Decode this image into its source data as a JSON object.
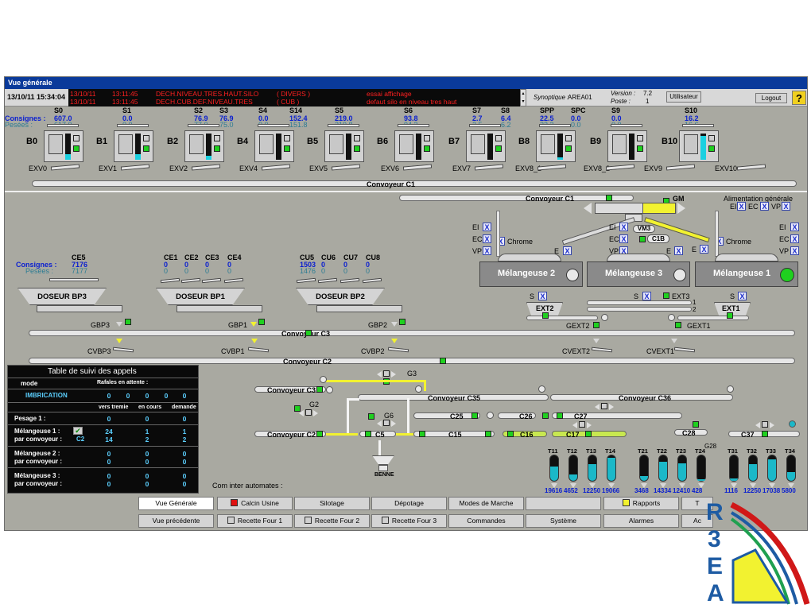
{
  "window": {
    "title": "Vue générale"
  },
  "infobar": {
    "date": "13/10/11",
    "time": "15:34:04",
    "alarms": [
      {
        "date": "13/10/11",
        "time": "13:11:45",
        "message": "DECH.NIVEAU.TRES.HAUT.SILO",
        "category": "( DIVERS )",
        "note": "essai affichage"
      },
      {
        "date": "13/10/11",
        "time": "13:11:45",
        "message": "DECH.CUB.DEF.NIVEAU.TRES",
        "category": "( CUB )",
        "note": "defaut silo en niveau tres haut"
      }
    ],
    "synoptique_label": "Synoptique :",
    "synoptique_value": "AREA01",
    "version_label": "Version :",
    "version_value": "7.2",
    "poste_label": "Poste :",
    "poste_value": "1",
    "utilisateur": "Utilisateur",
    "logout": "Logout",
    "help": "?"
  },
  "silos_top": {
    "consignes_label": "Consignes :",
    "pesees_label": "Pesées :",
    "columns": [
      {
        "name": "S0",
        "consigne": "607.0",
        "pesee": "617.0"
      },
      {
        "name": "S1",
        "consigne": "0.0",
        "pesee": "0.0"
      },
      {
        "name": "S2",
        "consigne": "76.9",
        "pesee": "77.0"
      },
      {
        "name": "S3",
        "consigne": "76.9",
        "pesee": "75.0"
      },
      {
        "name": "S4",
        "consigne": "0.0",
        "pesee": "0.0"
      },
      {
        "name": "S14",
        "consigne": "152.4",
        "pesee": "151.8"
      },
      {
        "name": "S5",
        "consigne": "219.0",
        "pesee": "219.8"
      },
      {
        "name": "S6",
        "consigne": "93.8",
        "pesee": "94.3"
      },
      {
        "name": "S7",
        "consigne": "2.7",
        "pesee": "2.5"
      },
      {
        "name": "S8",
        "consigne": "6.4",
        "pesee": "6.2"
      },
      {
        "name": "SPP",
        "consigne": "22.5",
        "pesee": "22.3"
      },
      {
        "name": "SPC",
        "consigne": "0.0",
        "pesee": "0.0"
      },
      {
        "name": "S9",
        "consigne": "0.0",
        "pesee": "0.0"
      },
      {
        "name": "S10",
        "consigne": "16.2",
        "pesee": "16.6"
      }
    ],
    "bins": [
      "B0",
      "B1",
      "B2",
      "B4",
      "B5",
      "B6",
      "B7",
      "B8",
      "B9",
      "B10"
    ],
    "extracteurs": [
      "EXV0",
      "EXV1",
      "EXV2",
      "EXV4",
      "EXV5",
      "EXV6",
      "EXV7",
      "EXV8_1",
      "EXV8_2",
      "EXV9",
      "EXV10"
    ],
    "convoyeur_c1": "Convoyeur C1"
  },
  "mid": {
    "convoyeur_c1": "Convoyeur C1",
    "gm": "GM",
    "alimentation": "Alimentation générale",
    "ei": "EI",
    "ec": "EC",
    "vp": "VP",
    "e": "E",
    "s": "S",
    "x": "X",
    "chrome": "Chrome",
    "vm3": "VM3",
    "c1b": "C1B",
    "melangeuse2": "Mélangeuse 2",
    "melangeuse3": "Mélangeuse 3",
    "melangeuse1": "Mélangeuse 1",
    "ext1": "EXT1",
    "ext2": "EXT2",
    "ext3": "EXT3",
    "gext1": "GEXT1",
    "gext2": "GEXT2",
    "one": "1",
    "two": "2",
    "consignes_label": "Consignes :",
    "pesees_label": "Pesées :",
    "ce5": {
      "name": "CE5",
      "consigne": "7176",
      "pesee": "7177"
    },
    "ce_group": [
      {
        "name": "CE1",
        "consigne": "0",
        "pesee": "0"
      },
      {
        "name": "CE2",
        "consigne": "0",
        "pesee": "0"
      },
      {
        "name": "CE3",
        "consigne": "0",
        "pesee": "0"
      },
      {
        "name": "CE4",
        "consigne": "0",
        "pesee": "0"
      }
    ],
    "cu_group": [
      {
        "name": "CU5",
        "consigne": "1503",
        "pesee": "1476"
      },
      {
        "name": "CU6",
        "consigne": "0",
        "pesee": "0"
      },
      {
        "name": "CU7",
        "consigne": "0",
        "pesee": "0"
      },
      {
        "name": "CU8",
        "consigne": "0",
        "pesee": "0"
      }
    ],
    "doseur_bp3": "DOSEUR BP3",
    "doseur_bp1": "DOSEUR BP1",
    "doseur_bp2": "DOSEUR BP2",
    "gbp3": "GBP3",
    "gbp1": "GBP1",
    "gbp2": "GBP2",
    "convoyeur_c3": "Convoyeur C3",
    "cvbp3": "CVBP3",
    "cvbp1": "CVBP1",
    "cvbp2": "CVBP2",
    "cvext2": "CVEXT2",
    "cvext1": "CVEXT1",
    "convoyeur_c2": "Convoyeur C2"
  },
  "suivi": {
    "title": "Table de suivi des appels",
    "mode": "mode",
    "rafales": "Rafales en attente :",
    "imbrication": "IMBRICATION",
    "rafale_values": [
      "0",
      "0",
      "0",
      "0",
      "0"
    ],
    "h_vers": "vers tremie",
    "h_cours": "en cours",
    "h_demande": "demande",
    "pesage": "Pesage 1 :",
    "pesage_values": [
      "0",
      "0",
      "0"
    ],
    "m1a": "Mélangeuse 1 :",
    "m1b": "par convoyeur :",
    "m1_conv": "C2",
    "m1_row1": [
      "24",
      "1",
      "1"
    ],
    "m1_row2": [
      "14",
      "2",
      "2"
    ],
    "m2a": "Mélangeuse 2 :",
    "m2b": "par convoyeur :",
    "m2_row1": [
      "0",
      "0",
      "0"
    ],
    "m2_row2": [
      "0",
      "0",
      "0"
    ],
    "m3a": "Mélangeuse 3 :",
    "m3b": "par convoyeur :",
    "m3_row1": [
      "0",
      "0",
      "0"
    ],
    "m3_row2": [
      "0",
      "0",
      "0"
    ]
  },
  "bottom": {
    "g3": "G3",
    "g2": "G2",
    "g6": "G6",
    "g28": "G28",
    "convoyeur_c3": "Convoyeur C3",
    "convoyeur_c2": "Convoyeur C2",
    "convoyeur_c35": "Convoyeur C35",
    "convoyeur_c36": "Convoyeur C36",
    "c25": "C25",
    "c26": "C26",
    "c27": "C27",
    "c5": "C5",
    "c15": "C15",
    "c16": "C16",
    "c17": "C17",
    "c28": "C28",
    "c37": "C37",
    "benne": "BENNE",
    "com_label": "Com inter automates :",
    "com_status": "",
    "tanks": [
      {
        "name": "T11",
        "value": "19616",
        "fill": 0.55
      },
      {
        "name": "T12",
        "value": "4652",
        "fill": 0.25
      },
      {
        "name": "T13",
        "value": "12250",
        "fill": 0.65
      },
      {
        "name": "T14",
        "value": "19066",
        "fill": 0.9
      },
      {
        "name": "T21",
        "value": "3468",
        "fill": 0.2
      },
      {
        "name": "T22",
        "value": "14334",
        "fill": 0.75
      },
      {
        "name": "T23",
        "value": "12410",
        "fill": 0.7
      },
      {
        "name": "T24",
        "value": "428",
        "fill": 0.05
      },
      {
        "name": "T31",
        "value": "1116",
        "fill": 0.1
      },
      {
        "name": "T32",
        "value": "12250",
        "fill": 0.65
      },
      {
        "name": "T33",
        "value": "17038",
        "fill": 0.85
      },
      {
        "name": "T34",
        "value": "5800",
        "fill": 0.35
      }
    ]
  },
  "nav": {
    "row1": [
      "Vue Générale",
      "Calcin Usine",
      "Silotage",
      "Dépotage",
      "Modes de Marche",
      "",
      "Rapports",
      "T"
    ],
    "row2": [
      "Vue précédente",
      "Recette Four 1",
      "Recette Four 2",
      "Recette Four 3",
      "Commandes",
      "Système",
      "Alarmes",
      "Ac"
    ]
  },
  "logo": {
    "letters": [
      "R",
      "3",
      "E",
      "A"
    ]
  },
  "colors": {
    "accent_green": "#1fd01f",
    "accent_yellow": "#f2f230",
    "accent_cyan": "#1bb8c8",
    "window_bg": "#a9a9a1"
  }
}
